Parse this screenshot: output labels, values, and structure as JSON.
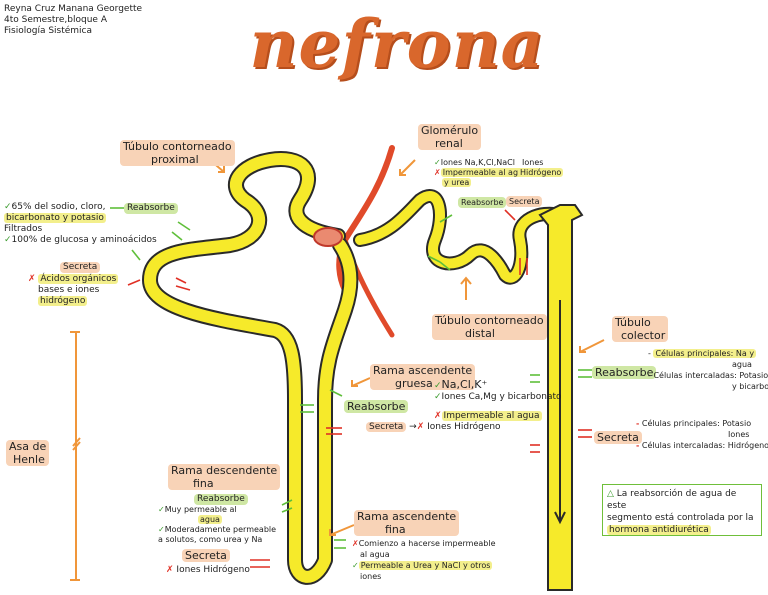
{
  "header": {
    "line1": "Reyna Cruz Manana Georgette",
    "line2": "4to Semestre,bloque A",
    "line3": "Fisiología Sistémica"
  },
  "title": "nefrona",
  "labels": {
    "tubulo_proximal_1": "Túbulo contorneado",
    "tubulo_proximal_2": "proximal",
    "glomerulo_1": "Glomérulo",
    "glomerulo_2": "renal",
    "tubulo_distal_1": "Túbulo contorneado",
    "tubulo_distal_2": "distal",
    "tubulo_colector_1": "Túbulo",
    "tubulo_colector_2": "colector",
    "asa_henle_1": "Asa de",
    "asa_henle_2": "Henle",
    "rama_asc_gruesa_1": "Rama ascendente",
    "rama_asc_gruesa_2": "gruesa",
    "rama_desc_fina_1": "Rama descendente",
    "rama_desc_fina_2": "fina",
    "rama_asc_fina_1": "Rama ascendente",
    "rama_asc_fina_2": "fina"
  },
  "proximal": {
    "reabsorbe": "Reabsorbe",
    "line1": "65% del sodio, cloro,",
    "line2": "bicarbonato y potasio",
    "line3": "Filtrados",
    "line4": "100% de glucosa y aminoácidos",
    "secreta": "Secreta",
    "sec1": "Ácidos orgánicos",
    "sec2": "bases e iones",
    "sec3": "hidrógeno"
  },
  "distal": {
    "reabsorbe": "Reabsorbe",
    "secreta": "Secreta",
    "line1": "Iones Na,K,Cl,NaCl",
    "line2": "Impermeable al agua",
    "line3": "y urea",
    "sec1": "Iones",
    "sec2": "Hidrógeno"
  },
  "gruesa": {
    "line1": "Na,Cl,K⁺",
    "line2": "Iones Ca,Mg y bicarbonato",
    "reabsorbe": "Reabsorbe",
    "line3": "Impermeable al agua",
    "secreta": "Secreta",
    "sec1": "Iones Hidrógeno"
  },
  "desc_fina": {
    "reabsorbe": "Reabsorbe",
    "line1": "Muy permeable al",
    "line2": "agua",
    "line3": "Moderadamente permeable",
    "line4": "a solutos, como urea y Na",
    "secreta": "Secreta",
    "sec1": "Iones Hidrógeno"
  },
  "asc_fina": {
    "line1": "Comienzo a hacerse impermeable",
    "line2": "al agua",
    "line3": "Permeable a Urea y NaCl y otros",
    "line4": "iones"
  },
  "colector": {
    "reabsorbe": "Reabsorbe",
    "r1": "Células principales: Na y",
    "r1b": "agua",
    "r2": "Células intercaladas: Potasio",
    "r2b": "y bicarbonato",
    "secreta": "Secreta",
    "s1": "Células principales: Potasio",
    "s2": "Iones",
    "s3": "Células intercaladas: Hidrógeno"
  },
  "note": {
    "line1": "La reabsorción de agua de este",
    "line2": "segmento está controlada por la",
    "line3": "hormona antidiurética"
  },
  "symbols": {
    "check": "✓",
    "cross": "✗",
    "triangle": "△",
    "arrow": "→"
  },
  "colors": {
    "tubule": "#f6ea2a",
    "tubule_outline": "#2a2a2a",
    "vessel": "#e04a2a",
    "orange_arrow": "#f0963a",
    "green_arrow": "#5fbf3a",
    "red_arrow": "#e03025",
    "title": "#d9672c"
  }
}
